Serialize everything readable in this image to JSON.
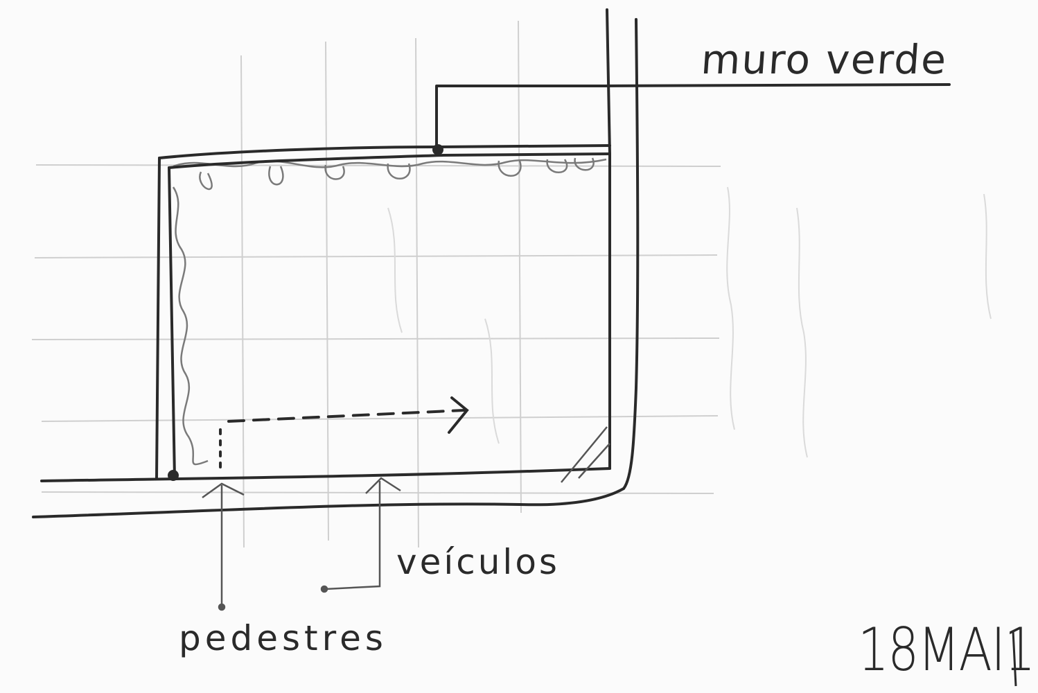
{
  "labels": {
    "green_wall": "muro verde",
    "vehicles": "veículos",
    "pedestrians": "pedestres",
    "date": "18MAI17"
  },
  "colors": {
    "paper": "#fbfbfb",
    "ink": "#2a2a2a",
    "pencil_faint": "#c9c9c9",
    "pencil_mid": "#8a8a8a"
  }
}
